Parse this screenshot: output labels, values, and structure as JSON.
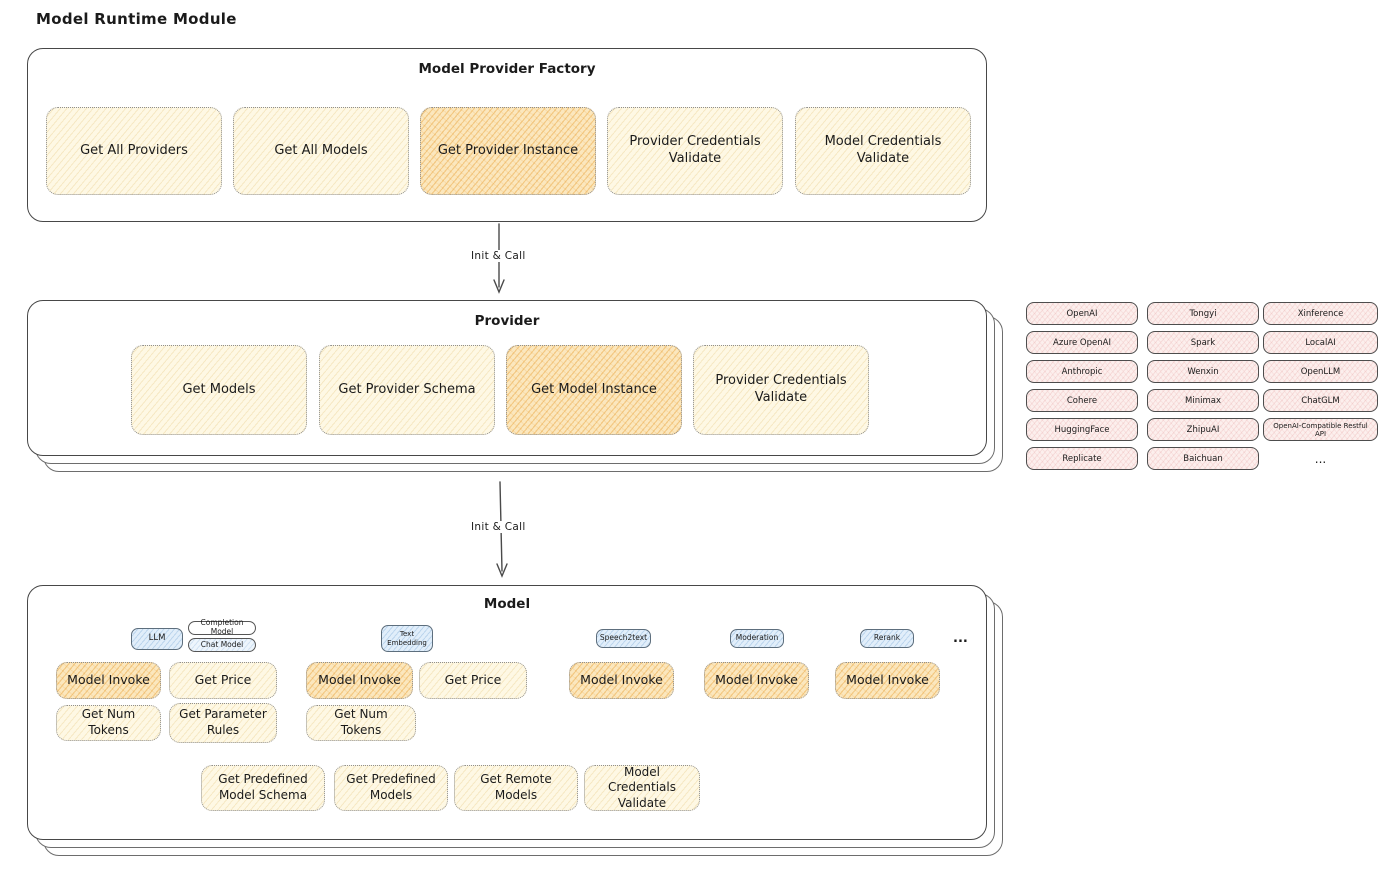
{
  "page_title": "Model Runtime Module",
  "factory": {
    "title": "Model Provider Factory",
    "boxes": [
      {
        "label": "Get All Providers"
      },
      {
        "label": "Get All Models"
      },
      {
        "label": "Get Provider Instance"
      },
      {
        "label": "Provider Credentials Validate"
      },
      {
        "label": "Model Credentials Validate"
      }
    ]
  },
  "arrows": {
    "init_call_1": "Init & Call",
    "init_call_2": "Init & Call"
  },
  "provider": {
    "title": "Provider",
    "boxes": [
      {
        "label": "Get Models"
      },
      {
        "label": "Get Provider Schema"
      },
      {
        "label": "Get Model Instance"
      },
      {
        "label": "Provider Credentials Validate"
      }
    ]
  },
  "providers_grid": {
    "columns": [
      {
        "items": [
          "OpenAI",
          "Azure OpenAI",
          "Anthropic",
          "Cohere",
          "HuggingFace",
          "Replicate"
        ]
      },
      {
        "items": [
          "Tongyi",
          "Spark",
          "Wenxin",
          "Minimax",
          "ZhipuAI",
          "Baichuan"
        ]
      },
      {
        "items": [
          "Xinference",
          "LocalAI",
          "OpenLLM",
          "ChatGLM",
          "OpenAI-Compatible Restful API"
        ]
      }
    ],
    "ellipsis": "..."
  },
  "model": {
    "title": "Model",
    "tabs": {
      "llm": "LLM",
      "completion_model": "Completion Model",
      "chat_model": "Chat Model",
      "text_embedding": "Text Embedding",
      "speech2text": "Speech2text",
      "moderation": "Moderation",
      "rerank": "Rerank",
      "ellipsis": "..."
    },
    "functions": {
      "llm_invoke": "Model Invoke",
      "llm_get_price": "Get Price",
      "llm_get_num_tokens": "Get Num Tokens",
      "llm_get_parameter_rules": "Get Parameter Rules",
      "embedding_invoke": "Model Invoke",
      "embedding_get_price": "Get Price",
      "embedding_get_num_tokens": "Get Num Tokens",
      "speech2text_invoke": "Model Invoke",
      "moderation_invoke": "Model Invoke",
      "rerank_invoke": "Model Invoke"
    },
    "bottom": [
      {
        "label": "Get Predefined Model Schema"
      },
      {
        "label": "Get Predefined Models"
      },
      {
        "label": "Get Remote Models"
      },
      {
        "label": "Model Credentials Validate"
      }
    ]
  },
  "colors": {
    "box_yellow": "#FEF8E4",
    "box_orange_highlight": "#FBE7BE",
    "box_pink": "#FCEFED",
    "box_blue": "#E1EEFA",
    "border_dark": "#474747",
    "border_dotted": "#8F8F8F"
  }
}
